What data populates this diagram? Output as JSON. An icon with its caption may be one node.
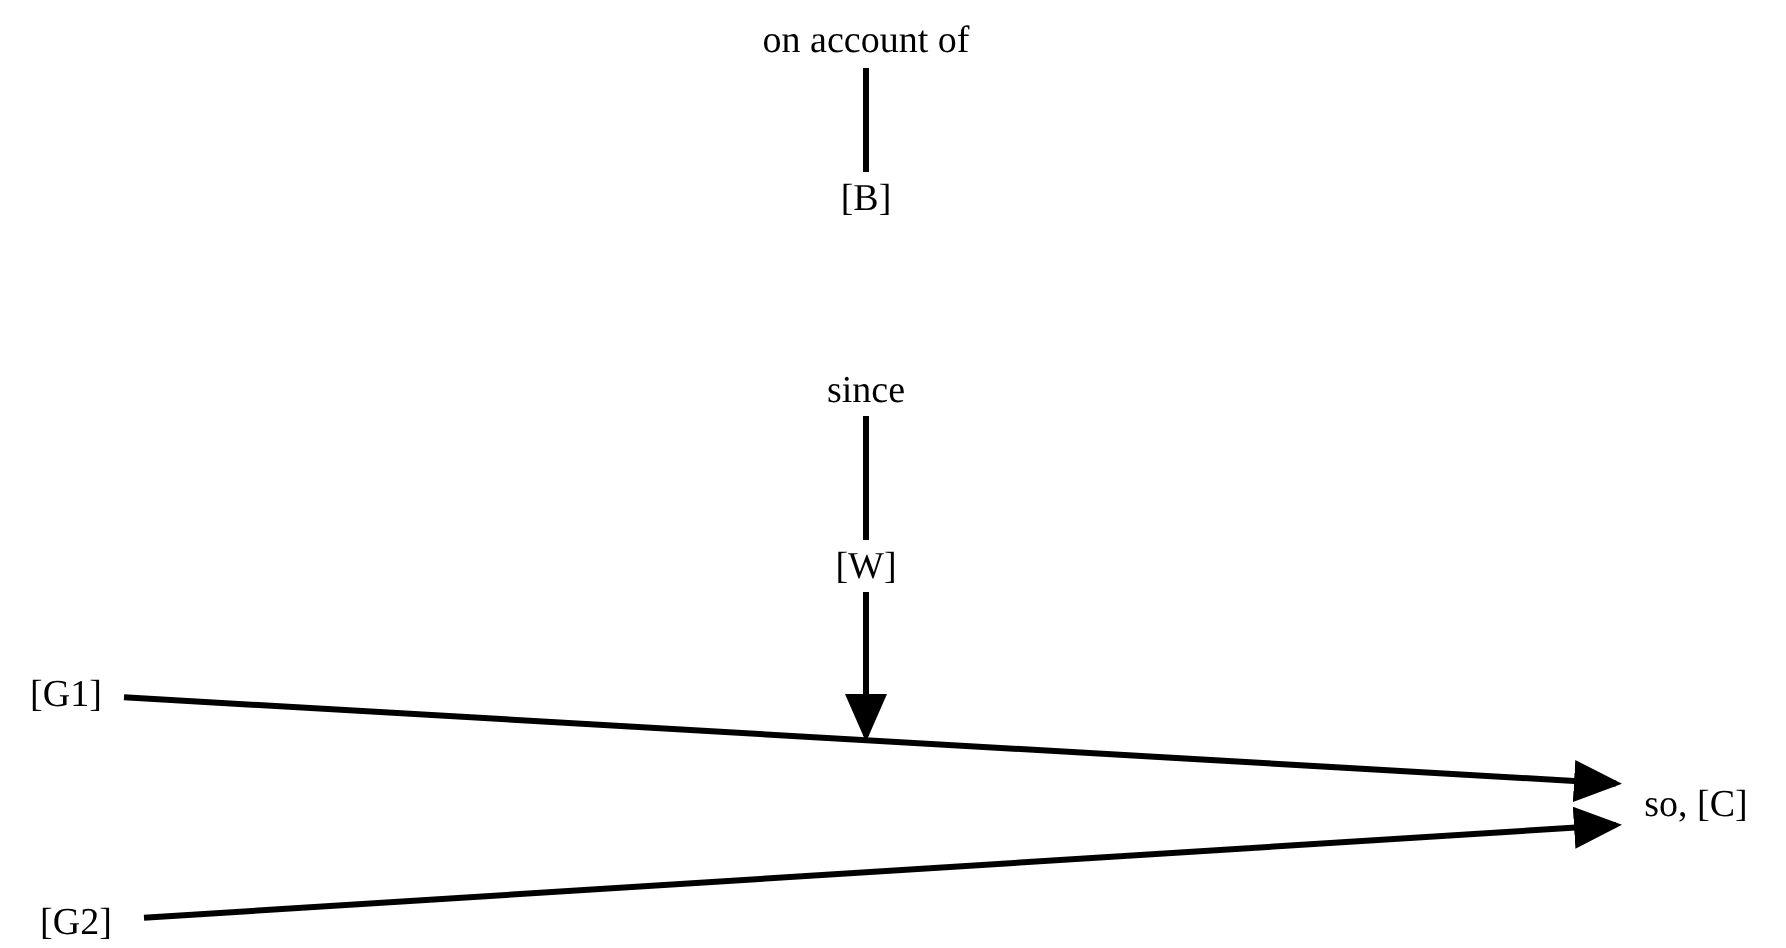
{
  "diagram": {
    "nodes": [
      {
        "text": [
          "on account of"
        ]
      },
      {
        "text": [
          "[B]"
        ]
      },
      {
        "text": [
          "since"
        ]
      },
      {
        "text": [
          "[W]"
        ]
      },
      {
        "text": [
          "[G1]"
        ]
      },
      {
        "text": [
          "[G2]"
        ]
      },
      {
        "text": [
          "so, [C]"
        ]
      }
    ],
    "edges": [
      {
        "from": 0,
        "to": 1,
        "arrow": "none"
      },
      {
        "from": 2,
        "to": 3,
        "arrow": "none"
      },
      {
        "from": 3,
        "to": null,
        "arrow": "to"
      },
      {
        "from": 4,
        "to": 6,
        "arrow": "to"
      },
      {
        "from": 5,
        "to": 6,
        "arrow": "to"
      }
    ]
  }
}
